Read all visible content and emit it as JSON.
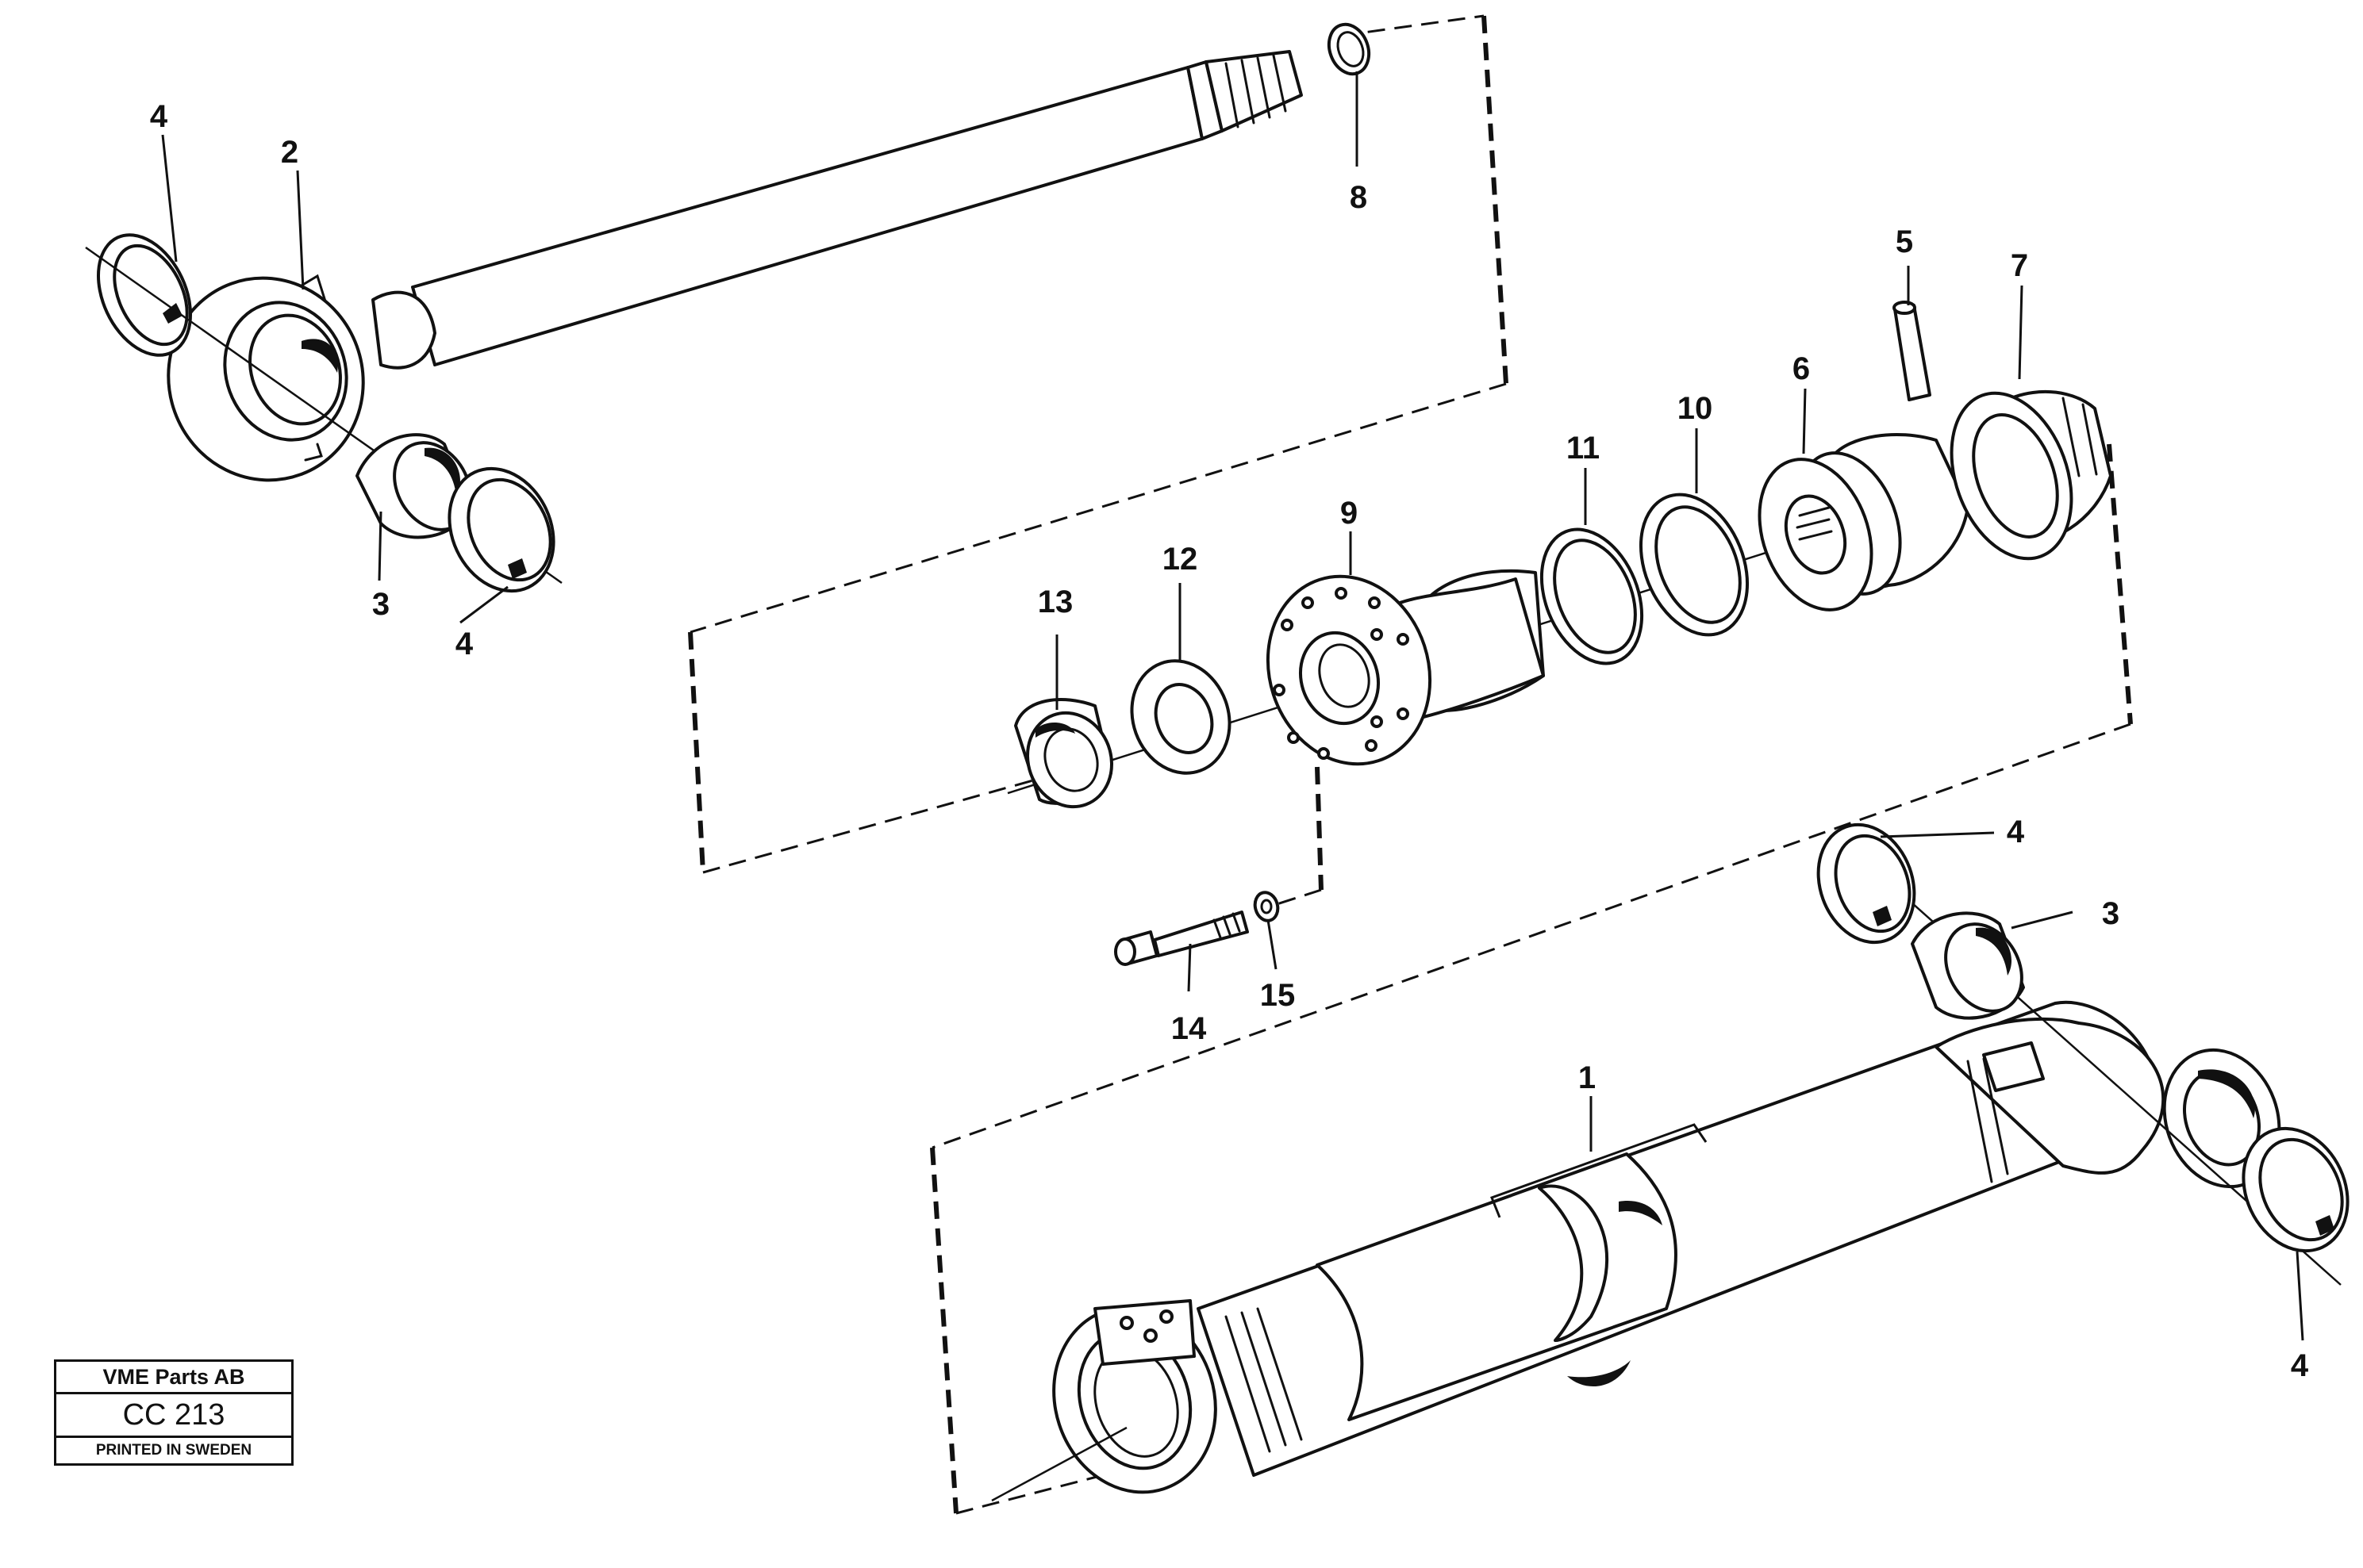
{
  "callouts": {
    "c1": "1",
    "c2": "2",
    "c3a": "3",
    "c3b": "3",
    "c4a": "4",
    "c4b": "4",
    "c4c": "4",
    "c4d": "4",
    "c5": "5",
    "c6": "6",
    "c7": "7",
    "c8": "8",
    "c9": "9",
    "c10": "10",
    "c11": "11",
    "c12": "12",
    "c13": "13",
    "c14": "14",
    "c15": "15"
  },
  "stamp": {
    "company": "VME Parts AB",
    "code": "CC 213",
    "printed": "PRINTED IN SWEDEN"
  }
}
